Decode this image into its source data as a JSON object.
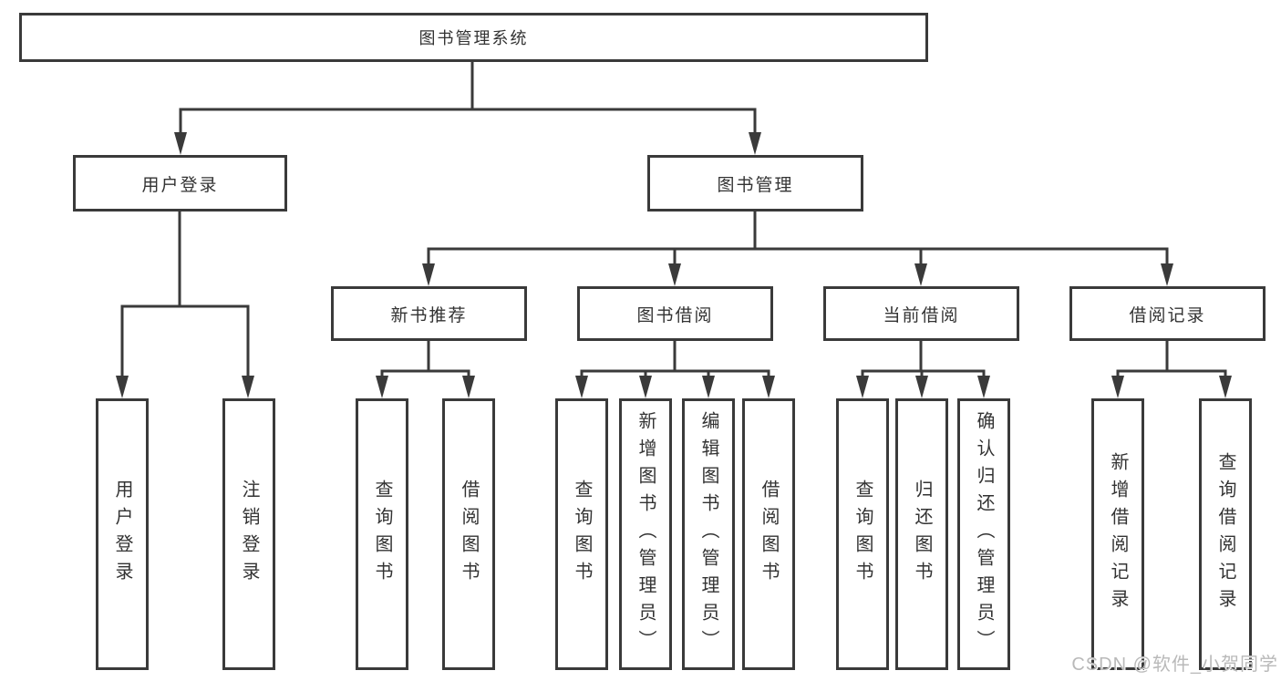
{
  "colors": {
    "line": "#3a3a3a",
    "text": "#333333",
    "box_background": "#ffffff",
    "watermark": "#b9b9b9"
  },
  "nodes": {
    "root": {
      "label": "图书管理系统"
    },
    "user_login": {
      "label": "用户登录"
    },
    "book_management": {
      "label": "图书管理"
    },
    "new_book_recommend": {
      "label": "新书推荐"
    },
    "book_borrow": {
      "label": "图书借阅"
    },
    "current_borrow": {
      "label": "当前借阅"
    },
    "borrow_records": {
      "label": "借阅记录"
    }
  },
  "leaves": {
    "user_login": [
      {
        "label": "用户登录"
      },
      {
        "label": "注销登录"
      }
    ],
    "new_book_recommend": [
      {
        "label": "查询图书"
      },
      {
        "label": "借阅图书"
      }
    ],
    "book_borrow": [
      {
        "label": "查询图书"
      },
      {
        "label": "新增图书（管理员）"
      },
      {
        "label": "编辑图书（管理员）"
      },
      {
        "label": "借阅图书"
      }
    ],
    "current_borrow": [
      {
        "label": "查询图书"
      },
      {
        "label": "归还图书"
      },
      {
        "label": "确认归还（管理员）"
      }
    ],
    "borrow_records": [
      {
        "label": "新增借阅记录"
      },
      {
        "label": "查询借阅记录"
      }
    ]
  },
  "watermark": {
    "text": "CSDN @软件_小贺同学"
  }
}
